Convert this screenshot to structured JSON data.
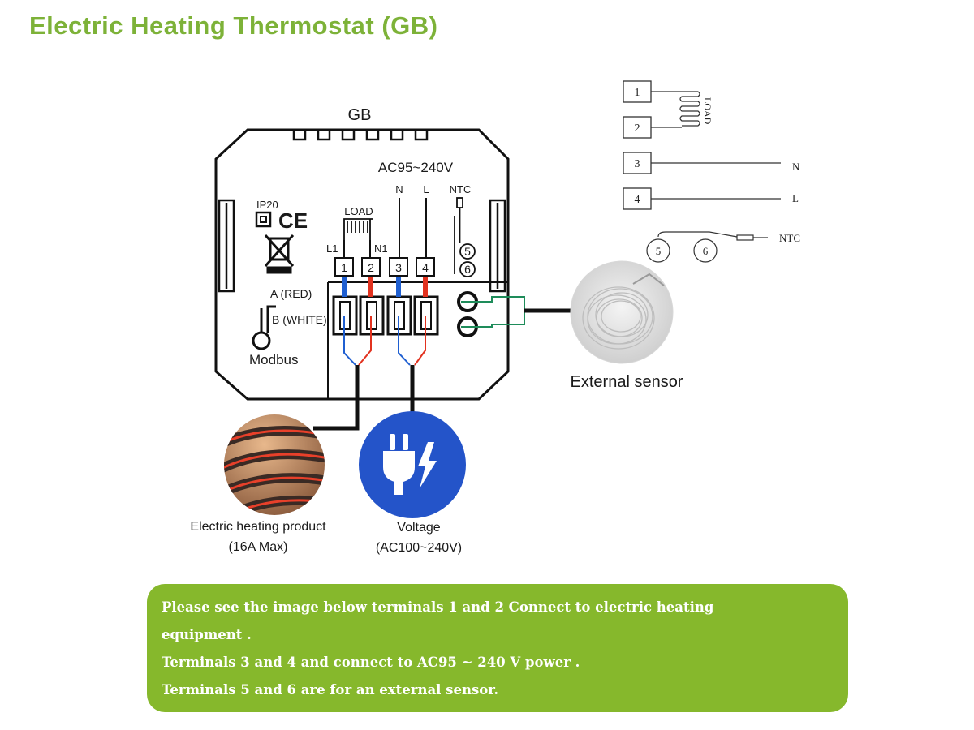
{
  "title": "Electric Heating Thermostat (GB)",
  "device": {
    "model_label": "GB",
    "voltage_label": "AC95~240V",
    "ip_label": "IP20",
    "ce_label": "CE",
    "load_label": "LOAD",
    "l1_label": "L1",
    "n1_label": "N1",
    "n_label": "N",
    "l_label": "L",
    "ntc_label": "NTC",
    "a_label": "A (RED)",
    "b_label": "B (WHITE)",
    "modbus_label": "Modbus",
    "terminals": [
      "1",
      "2",
      "3",
      "4"
    ],
    "sensor_terminals": [
      "5",
      "6"
    ]
  },
  "schematic": {
    "terminals": [
      "1",
      "2",
      "3",
      "4"
    ],
    "load_label": "LOAD",
    "n_label": "N",
    "l_label": "L",
    "ntc_label": "NTC",
    "sensor_terminals": [
      "5",
      "6"
    ]
  },
  "external_sensor": {
    "label": "External sensor"
  },
  "heating_product": {
    "label": "Electric heating product",
    "sublabel": "(16A Max)"
  },
  "voltage_source": {
    "label": "Voltage",
    "sublabel": "(AC100~240V)"
  },
  "colors": {
    "title": "#7db238",
    "note_bg": "#86b82c",
    "wire_blue": "#1f5fd1",
    "wire_red": "#e2321f",
    "wire_green": "#1e8c5a",
    "power_icon": "#2454c9"
  },
  "note": {
    "line1": " Please see the image below terminals 1 and 2 Connect to electric heating",
    "line2": "equipment .",
    "line3": "Terminals 3 and 4 and connect to AC95 ~ 240 V power .",
    "line4": "Terminals 5 and 6 are for an external sensor."
  }
}
